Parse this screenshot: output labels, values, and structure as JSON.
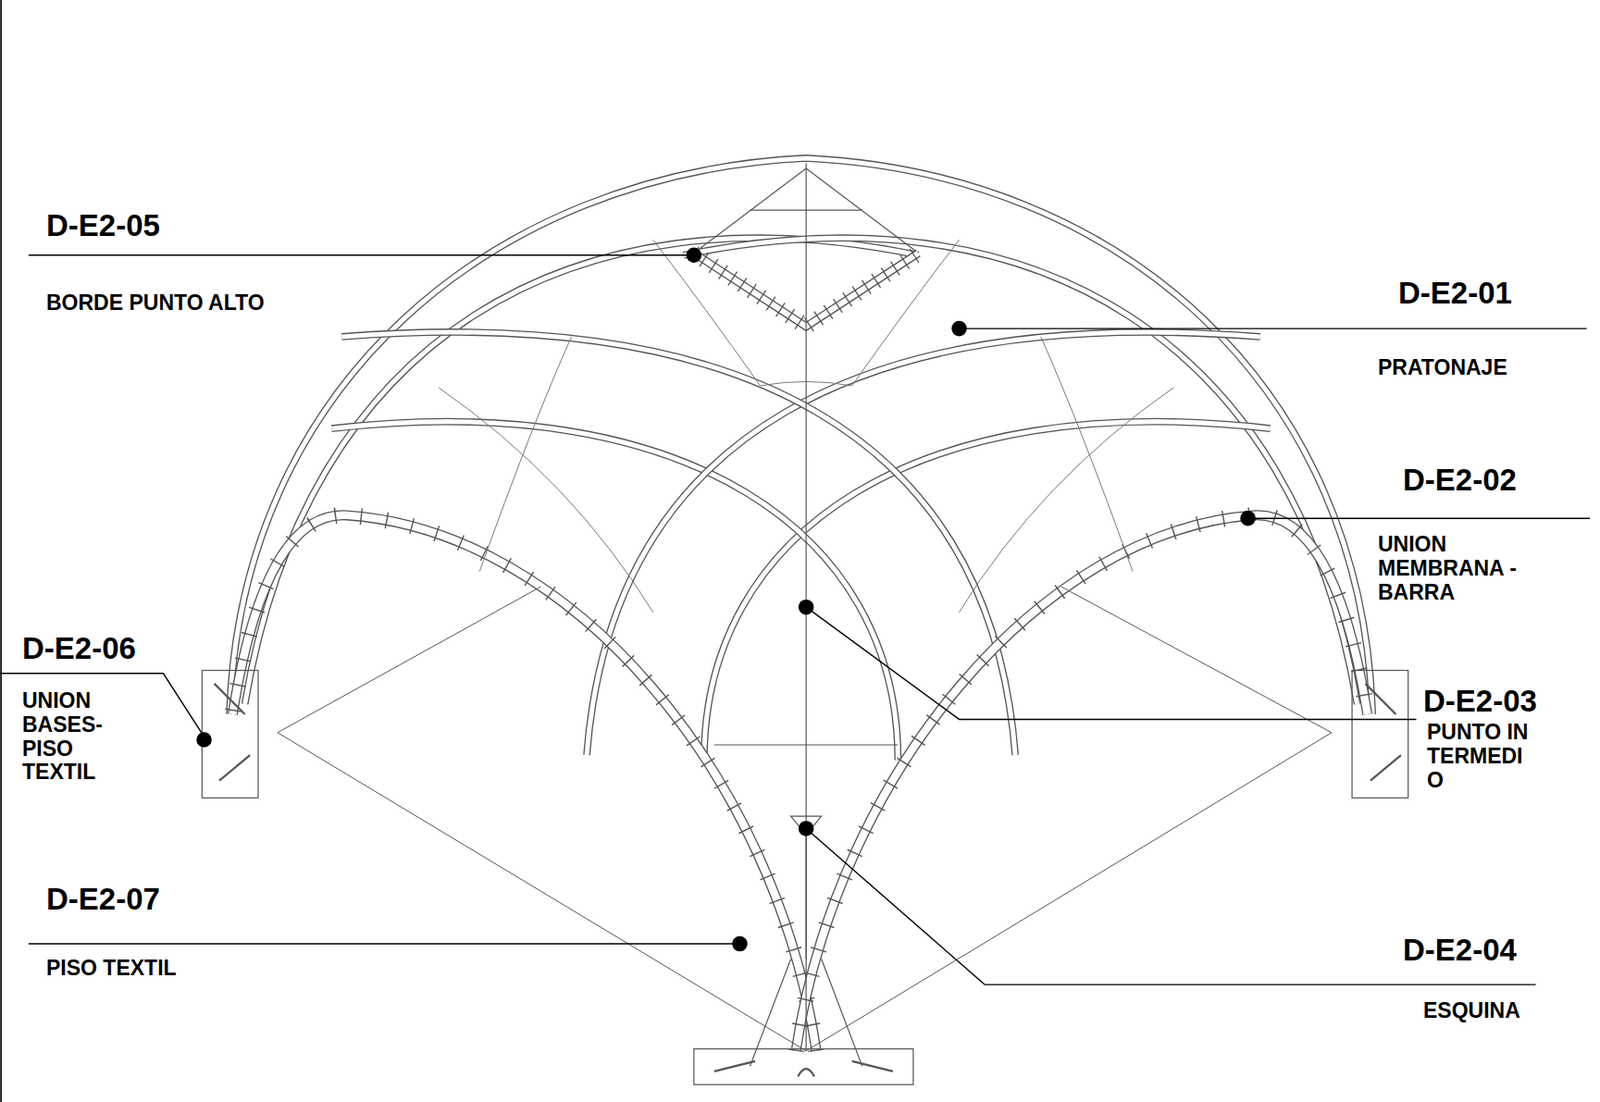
{
  "diagram": {
    "labels": [
      "D-E2-05",
      "BORDE PUNTO ALTO",
      "D-E2-01",
      "PRATONAJE",
      "D-E2-02",
      "UNION MEMBRANA - BARRA",
      "D-E2-06",
      "UNION BASES-PISO TEXTIL",
      "D-E2-03",
      "PUNTO INTERMEDIO",
      "D-E2-07",
      "PISO TEXTIL",
      "D-E2-04",
      "ESQUINA"
    ]
  }
}
